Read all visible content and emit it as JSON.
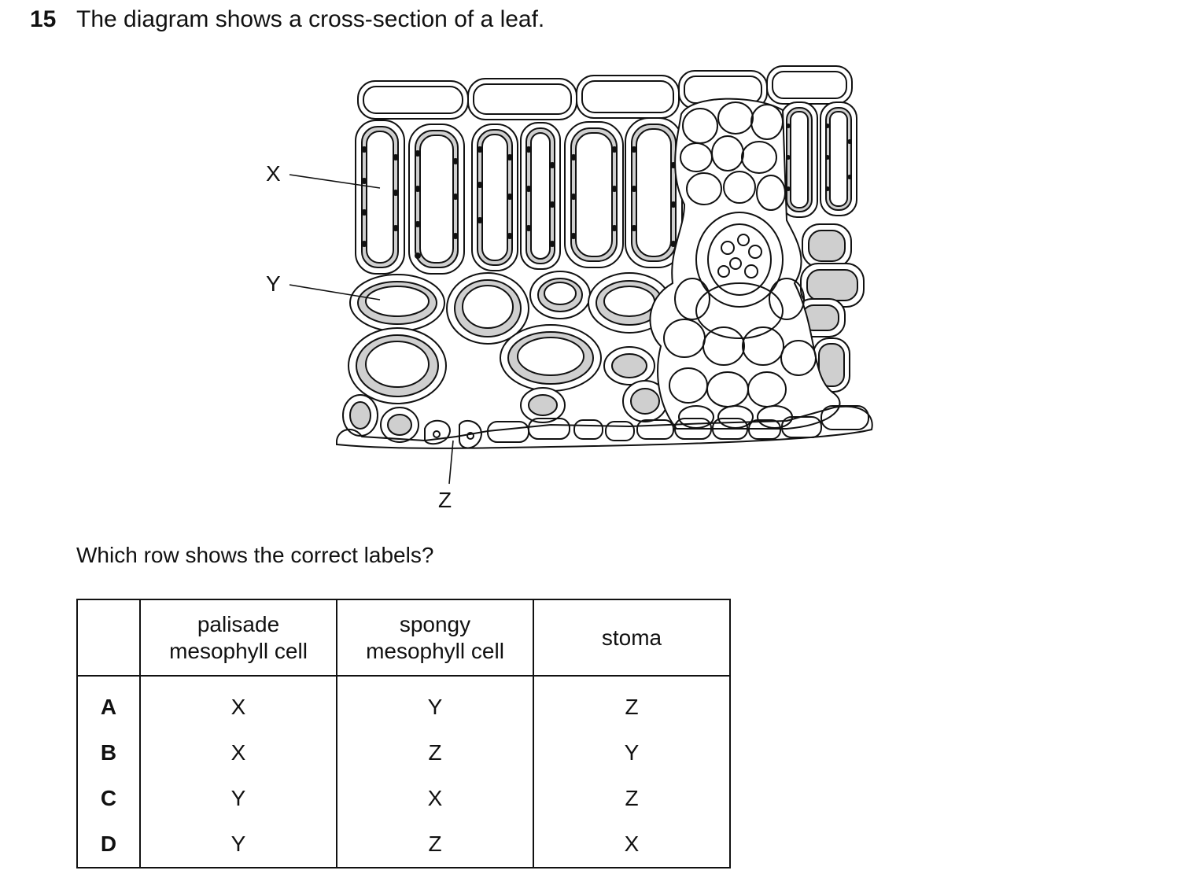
{
  "question": {
    "number": "15",
    "text": "The diagram shows a cross-section of a leaf.",
    "prompt": "Which row shows the correct labels?"
  },
  "diagram": {
    "labels": {
      "x": "X",
      "y": "Y",
      "z": "Z"
    }
  },
  "table": {
    "headers": [
      "",
      "palisade\nmesophyll cell",
      "spongy\nmesophyll cell",
      "stoma"
    ],
    "rows": [
      {
        "key": "A",
        "values": [
          "X",
          "Y",
          "Z"
        ]
      },
      {
        "key": "B",
        "values": [
          "X",
          "Z",
          "Y"
        ]
      },
      {
        "key": "C",
        "values": [
          "Y",
          "X",
          "Z"
        ]
      },
      {
        "key": "D",
        "values": [
          "Y",
          "Z",
          "X"
        ]
      }
    ]
  }
}
